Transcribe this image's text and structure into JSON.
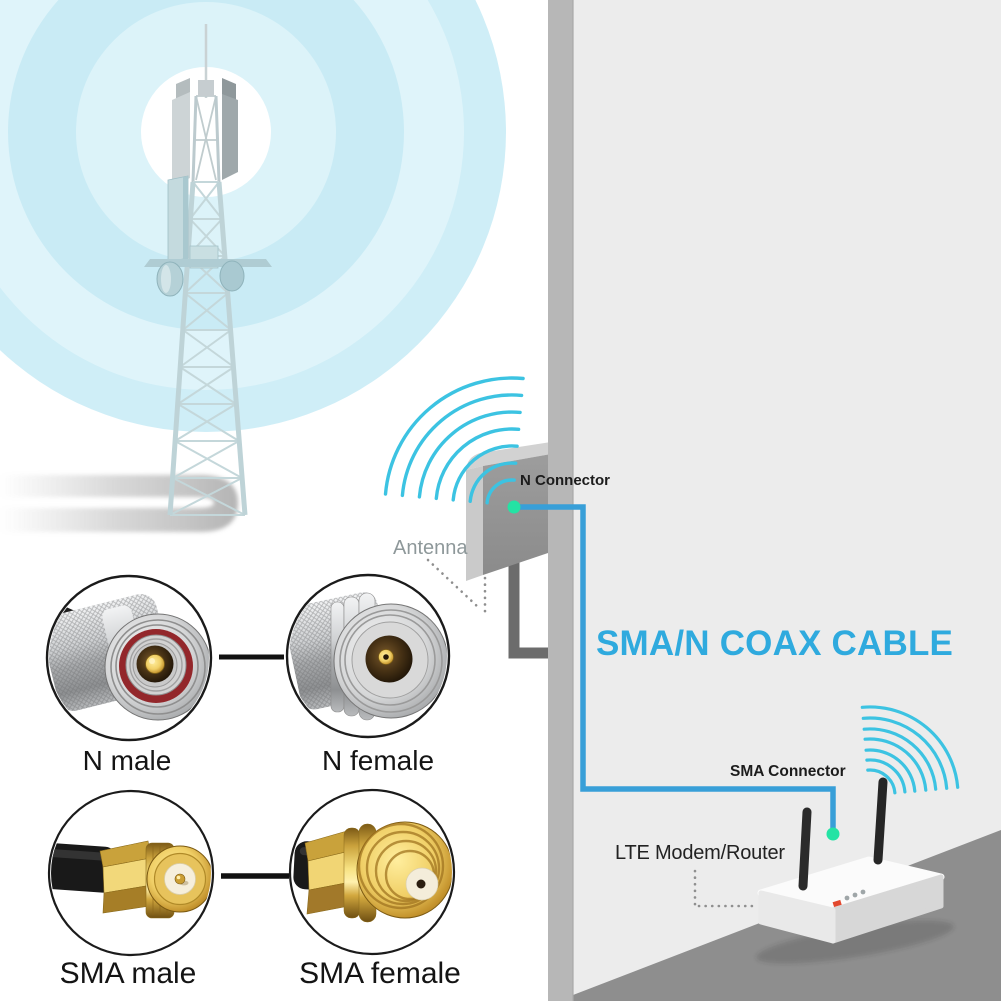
{
  "title": {
    "text": "SMA/N COAX CABLE"
  },
  "diagram": {
    "antenna_label": "Antenna",
    "n_connector_label": "N Connector",
    "sma_connector_label": "SMA Connector",
    "router_label": "LTE Modem/Router"
  },
  "gallery": {
    "items": [
      {
        "label": "N male"
      },
      {
        "label": "N female"
      },
      {
        "label": "SMA male"
      },
      {
        "label": "SMA female"
      }
    ]
  },
  "colors": {
    "title_blue": "#2faade",
    "cable_blue": "#389fd8",
    "signal_cyan": "#3cc3e2",
    "connector_dot_teal": "#24e3a4",
    "wall_face_gray": "#ececec",
    "wall_edge_gray": "#b7b7b7",
    "floor_gray": "#8e8e8e",
    "tower_ring_cyan": "#cfeef7",
    "n_connector_silver": "#c9c9c9",
    "sma_connector_gold": "#e7c35c"
  }
}
